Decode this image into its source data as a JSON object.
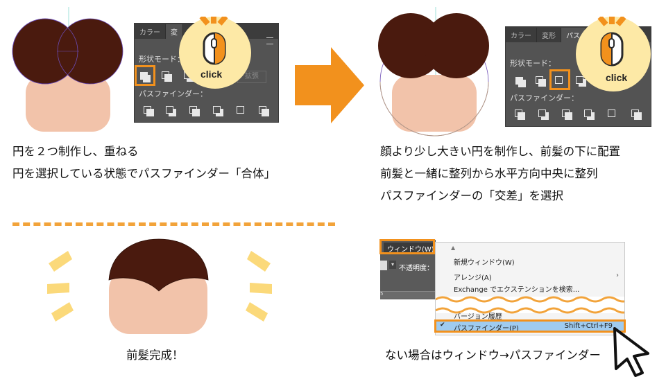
{
  "step1": {
    "panel": {
      "tabs": [
        "カラー",
        "変"
      ],
      "shape_modes_label": "形状モード：",
      "expand_label": "拡張",
      "pathfinder_label": "パスファインダー："
    },
    "click_label": "click",
    "caption_lines": [
      "円を２つ制作し、重ねる",
      "円を選択している状態でパスファインダー「合体」"
    ]
  },
  "step2": {
    "panel": {
      "tabs": [
        "カラー",
        "変形",
        "パス"
      ],
      "shape_modes_label": "形状モード：",
      "pathfinder_label": "パスファインダー："
    },
    "click_label": "click",
    "caption_lines": [
      "顔より少し大きい円を制作し、前髪の下に配置",
      "前髪と一緒に整列から水平方向中央に整列",
      "パスファインダーの「交差」を選択"
    ]
  },
  "step3": {
    "caption": "前髪完成！"
  },
  "step4": {
    "menu_bar_label": "ウィンドウ(W)",
    "opacity_label": "不透明度：",
    "ruler_label": "5",
    "menu_items": [
      {
        "label": "新規ウィンドウ(W)"
      },
      {
        "label": "アレンジ(A)"
      },
      {
        "label": "Exchange でエクステンションを検索..."
      },
      {
        "label": "バージョン履歴"
      },
      {
        "label": "パスファインダー(P)",
        "shortcut": "Shift+Ctrl+F9",
        "checked": true
      }
    ],
    "caption": "ない場合はウィンドウ→パスファインダー"
  },
  "colors": {
    "accent": "#f2911d",
    "hair": "#4a1a0e",
    "face": "#f2c3aa",
    "panel": "#535353",
    "bubble": "#fde9a6",
    "menu_highlight": "#9fcbf0",
    "rays": "#fbd97a"
  }
}
